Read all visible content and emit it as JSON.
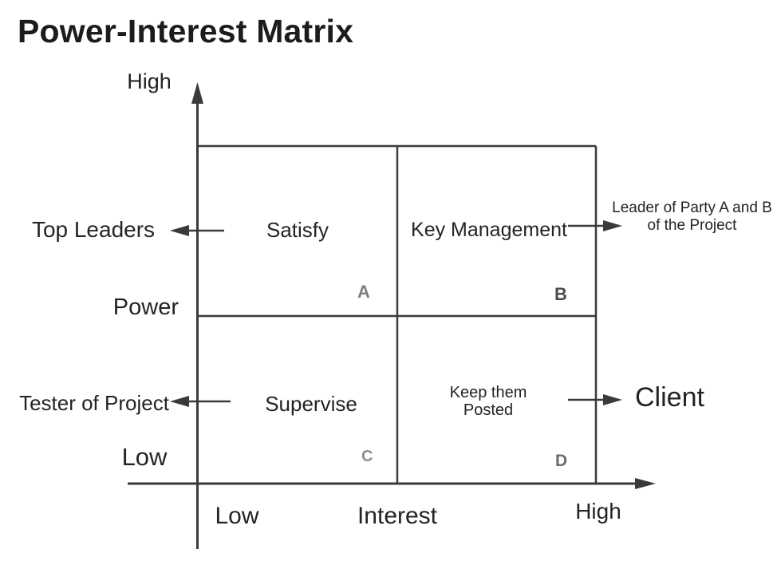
{
  "title": "Power-Interest Matrix",
  "colors": {
    "line": "#3a3a3a",
    "text": "#242424"
  },
  "axes": {
    "y": {
      "name": "Power",
      "high": "High",
      "low": "Low"
    },
    "x": {
      "name": "Interest",
      "low": "Low",
      "high": "High"
    }
  },
  "quadrants": {
    "a": {
      "letter": "A",
      "letter_color": "#7d7d7d",
      "strategy": "Satisfy",
      "stakeholder": "Top Leaders",
      "arrow_direction": "left"
    },
    "b": {
      "letter": "B",
      "letter_color": "#4d4d4d",
      "strategy": "Key Management",
      "stakeholder_lines": [
        "Leader of Party A and B",
        "of the Project"
      ],
      "arrow_direction": "right"
    },
    "c": {
      "letter": "C",
      "letter_color": "#8c8c8c",
      "strategy": "Supervise",
      "stakeholder": "Tester of Project",
      "arrow_direction": "left"
    },
    "d": {
      "letter": "D",
      "letter_color": "#6b6b6b",
      "strategy_lines": [
        "Keep them",
        "Posted"
      ],
      "stakeholder": "Client",
      "arrow_direction": "right"
    }
  }
}
